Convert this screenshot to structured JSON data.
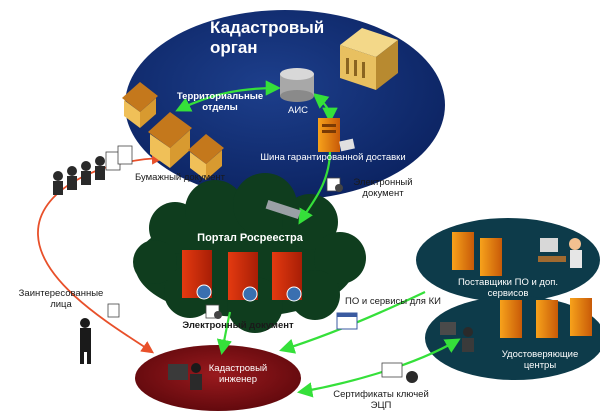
{
  "nodes": {
    "cadastral_body": "Кадастровый\nорган",
    "territorial_offices": "Территориальные\nотделы",
    "ais": "АИС",
    "delivery_bus": "Шина гарантированной доставки",
    "paper_document": "Бумажный документ",
    "electronic_document_top": "Электронный\nдокумент",
    "rosreestr_portal": "Портал Росреестра",
    "electronic_document_portal": "Электронный документ",
    "interested_persons": "Заинтересованные\nлица",
    "cadastral_engineer": "Кадастровый\nинженер",
    "software_for_ki": "ПО и сервисы для КИ",
    "software_suppliers": "Поставщики ПО и доп.\nсервисов",
    "certifying_centers": "Удостоверяющие\nцентры",
    "signature_certificates": "Сертификаты ключей\nЭЦП"
  },
  "colors": {
    "navy": "#0e2a6b",
    "dark_green": "#0f3d1e",
    "teal": "#0d3b4a",
    "maroon": "#7a0e12",
    "green_arrow": "#35e03a",
    "red_line": "#e8502a"
  }
}
